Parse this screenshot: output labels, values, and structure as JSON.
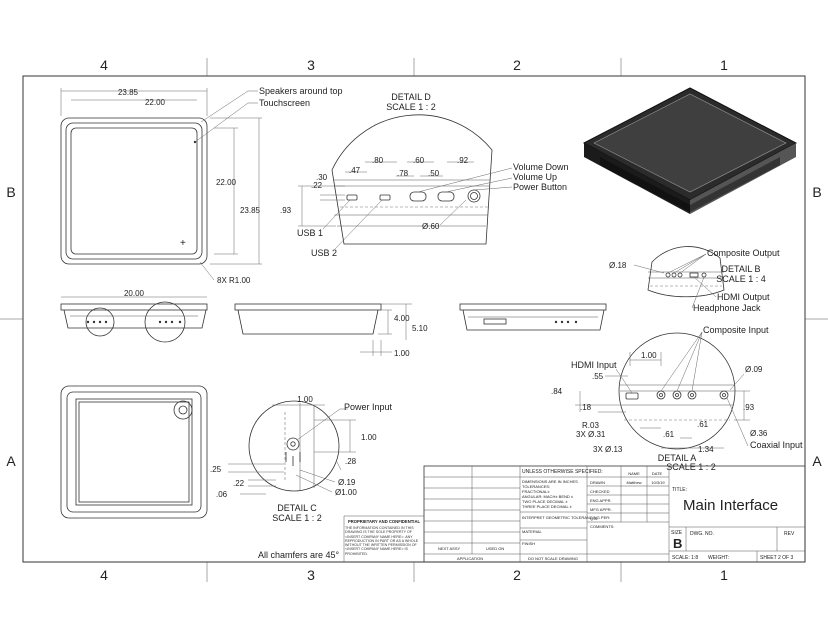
{
  "zones": {
    "top": [
      "4",
      "3",
      "2",
      "1"
    ],
    "bottom": [
      "4",
      "3",
      "2",
      "1"
    ],
    "left": [
      "B",
      "A"
    ],
    "right": [
      "B",
      "A"
    ]
  },
  "views": {
    "front": {
      "overall_width": "23.85",
      "inner_width": "22.00",
      "inner_height": "22.00",
      "overall_height": "23.85",
      "speakers": "Speakers around top",
      "touchscreen": "Touchscreen",
      "fillet": "8X R1.00"
    },
    "side": {
      "width": "20.00",
      "height": "4.00",
      "depth": "5.10",
      "offset": "1.00"
    },
    "detail_d": {
      "title": "DETAIL D",
      "scale": "SCALE 1 : 2",
      "dims": [
        ".80",
        ".60",
        ".92",
        ".47",
        ".78",
        ".50",
        ".30",
        ".22",
        ".93"
      ],
      "diameter": "Ø.60",
      "volume_down": "Volume Down",
      "volume_up": "Volume Up",
      "power_button": "Power Button",
      "usb1": "USB 1",
      "usb2": "USB 2"
    },
    "detail_b": {
      "title": "DETAIL B",
      "scale": "SCALE 1 : 4",
      "diameter": "Ø.18",
      "composite_output": "Composite Output",
      "hdmi_output": "HDMI Output",
      "headphone_jack": "Headphone Jack"
    },
    "detail_c": {
      "title": "DETAIL C",
      "scale": "SCALE 1 : 2",
      "power_input": "Power Input",
      "dims": [
        "1.00",
        "1.00",
        ".28",
        ".25",
        ".22",
        ".06"
      ],
      "d1": "Ø.19",
      "d2": "Ø1.00"
    },
    "detail_a": {
      "title": "DETAIL A",
      "scale": "SCALE 1 : 2",
      "composite_input": "Composite Input",
      "hdmi_input": "HDMI Input",
      "coaxial_input": "Coaxial Input",
      "dims": [
        "1.00",
        ".55",
        ".84",
        ".18",
        "R.03",
        "3X Ø.31",
        "3X Ø.13",
        ".61",
        ".61",
        "1.34",
        ".93",
        "Ø.09",
        "Ø.36"
      ]
    },
    "chamfer_note": "All chamfers are 45°"
  },
  "title_block": {
    "tolerance_header": "UNLESS OTHERWISE SPECIFIED:",
    "tolerance_lines": [
      "DIMENSIONS ARE IN INCHES",
      "TOLERANCES:",
      "FRACTIONAL±",
      "ANGULAR: MACH±   BEND ±",
      "TWO PLACE DECIMAL   ±",
      "THREE PLACE DECIMAL  ±"
    ],
    "interpret": "INTERPRET GEOMETRIC TOLERANCING PER:",
    "material": "MATERIAL",
    "finish": "FINISH",
    "next_assy": "NEXT ASSY",
    "used_on": "USED ON",
    "application": "APPLICATION",
    "no_scale": "DO NOT SCALE DRAWING",
    "prop_title": "PROPRIETARY AND CONFIDENTIAL",
    "prop_text": "THE INFORMATION CONTAINED IN THIS DRAWING IS THE SOLE PROPERTY OF <INSERT COMPANY NAME HERE>. ANY REPRODUCTION IN PART OR AS A WHOLE WITHOUT THE WRITTEN PERMISSION OF <INSERT COMPANY NAME HERE> IS PROHIBITED.",
    "name_hdr": "NAME",
    "date_hdr": "DATE",
    "rows": [
      "DRAWN",
      "CHECKED",
      "ENG APPR.",
      "MFG APPR.",
      "Q.A.",
      "COMMENTS:"
    ],
    "drawn_name": "Matthew",
    "drawn_date": "10/3/19",
    "title_lbl": "TITLE:",
    "title": "Main Interface",
    "size_lbl": "SIZE",
    "size": "B",
    "dwg_lbl": "DWG.  NO.",
    "rev_lbl": "REV",
    "scale": "SCALE: 1:8",
    "weight": "WEIGHT:",
    "sheet": "SHEET 2 OF 3"
  }
}
